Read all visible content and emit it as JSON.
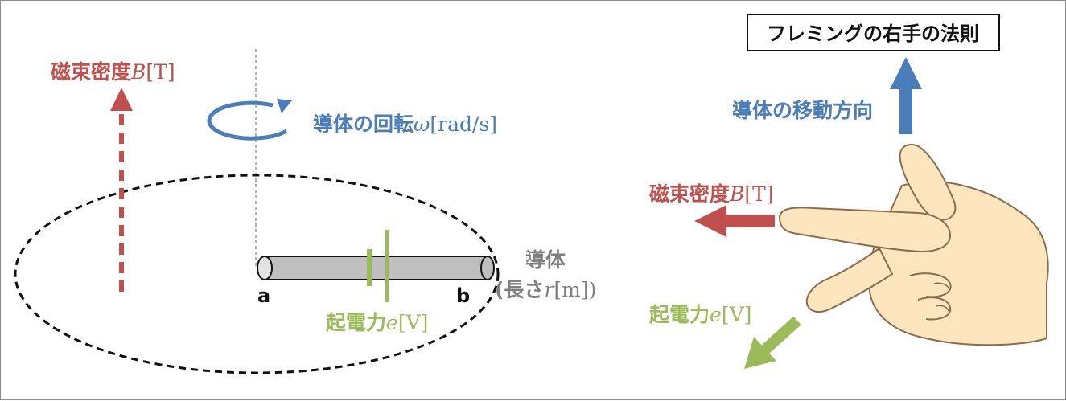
{
  "colors": {
    "red": "#c0504d",
    "blue": "#4a7ebb",
    "green": "#9bbb59",
    "gray_text": "#7f7f7f",
    "rod_fill": "#bfbfbf",
    "skin": "#fde6bd"
  },
  "left": {
    "flux": {
      "label": "磁束密度",
      "var": "B",
      "unit": "[T]"
    },
    "rotation": {
      "label": "導体の回転",
      "var": "ω",
      "unit": "[rad/s]"
    },
    "conductor": {
      "label": "導体",
      "length_prefix": "(長さ",
      "length_var": "r",
      "length_unit": "[m])",
      "end_a": "a",
      "end_b": "b"
    },
    "emf": {
      "label": "起電力",
      "var": "e",
      "unit": "[V]"
    }
  },
  "right": {
    "title": "フレミングの右手の法則",
    "motion_label": "導体の移動方向",
    "flux": {
      "label": "磁束密度",
      "var": "B",
      "unit": "[T]"
    },
    "emf": {
      "label": "起電力",
      "var": "e",
      "unit": "[V]"
    },
    "hand_icon": "right-hand-icon"
  }
}
